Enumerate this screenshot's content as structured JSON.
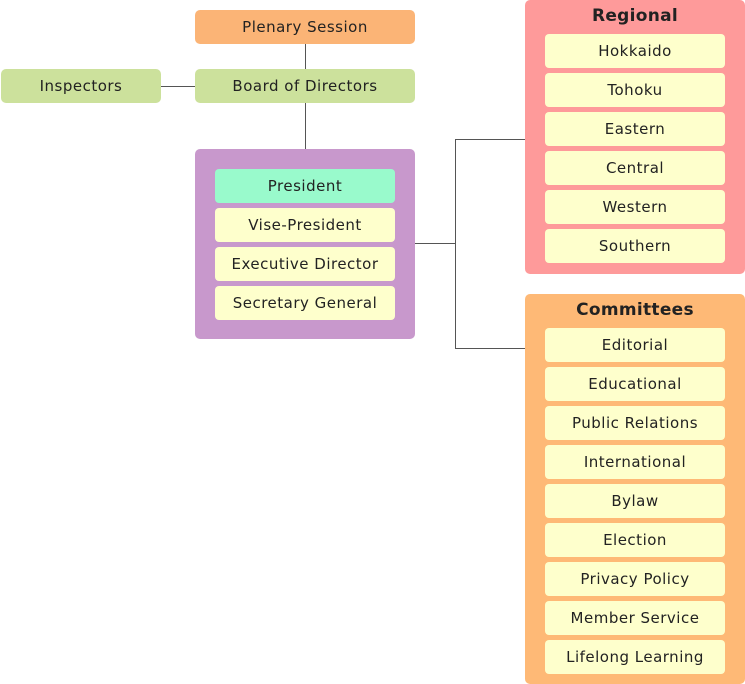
{
  "colors": {
    "plenary": "#FBB476",
    "board": "#CCE19C",
    "executive_panel": "#C898CC",
    "president": "#99FACC",
    "item": "#FEFFCC",
    "regional_panel": "#FE9A9A",
    "committees_panel": "#FEB976",
    "connector": "#555555"
  },
  "top": {
    "plenary": "Plenary Session",
    "board": "Board of Directors",
    "inspectors": "Inspectors"
  },
  "executive": {
    "items": [
      "President",
      "Vise-President",
      "Executive Director",
      "Secretary General"
    ]
  },
  "regional": {
    "title": "Regional",
    "items": [
      "Hokkaido",
      "Tohoku",
      "Eastern",
      "Central",
      "Western",
      "Southern"
    ]
  },
  "committees": {
    "title": "Committees",
    "items": [
      "Editorial",
      "Educational",
      "Public Relations",
      "International",
      "Bylaw",
      "Election",
      "Privacy Policy",
      "Member Service",
      "Lifelong Learning"
    ]
  }
}
